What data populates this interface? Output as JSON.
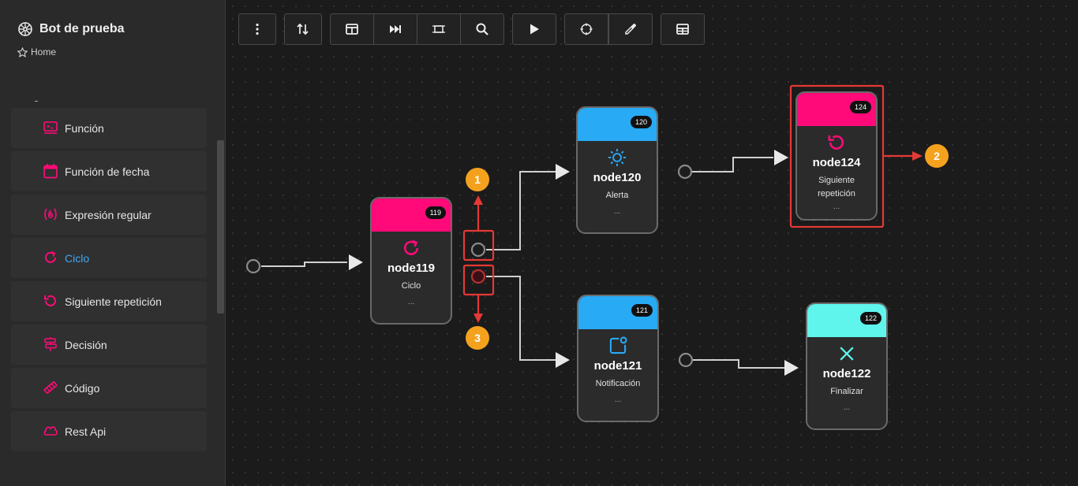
{
  "app": {
    "title": "Bot de prueba",
    "breadcrumb": "Home"
  },
  "sidebar": {
    "items": [
      {
        "label": "Función",
        "icon": "function-icon"
      },
      {
        "label": "Función de fecha",
        "icon": "calendar-icon"
      },
      {
        "label": "Expresión regular",
        "icon": "regex-icon"
      },
      {
        "label": "Ciclo",
        "icon": "loop-icon",
        "active": true
      },
      {
        "label": "Siguiente repetición",
        "icon": "next-repetition-icon"
      },
      {
        "label": "Decisión",
        "icon": "decision-icon"
      },
      {
        "label": "Código",
        "icon": "code-icon"
      },
      {
        "label": "Rest Api",
        "icon": "cloud-icon"
      }
    ]
  },
  "toolbar": {
    "buttons": [
      "more-options",
      "sort",
      "layout",
      "fast-forward",
      "transform",
      "search",
      "play",
      "target",
      "eyedropper",
      "table"
    ]
  },
  "colors": {
    "accent": "#ff0a78",
    "blue": "#29aaf4",
    "cyan": "#5ff5ec",
    "annotation": "#e53935",
    "badge": "#f4a21e"
  },
  "nodes": [
    {
      "id": "119",
      "title": "node119",
      "subtitle": "Ciclo",
      "dots": "...",
      "color": "#ff0a78",
      "icon": "loop-icon"
    },
    {
      "id": "120",
      "title": "node120",
      "subtitle": "Alerta",
      "dots": "...",
      "color": "#29aaf4",
      "icon": "sun-icon"
    },
    {
      "id": "121",
      "title": "node121",
      "subtitle": "Notificación",
      "dots": "...",
      "color": "#29aaf4",
      "icon": "notification-icon"
    },
    {
      "id": "122",
      "title": "node122",
      "subtitle": "Finalizar",
      "dots": "...",
      "color": "#5ff5ec",
      "icon": "close-icon"
    },
    {
      "id": "124",
      "title": "node124",
      "subtitle": "Siguiente repetición",
      "dots": "...",
      "color": "#ff0a78",
      "icon": "next-repetition-icon"
    }
  ],
  "annotations": {
    "badge1": "1",
    "badge2": "2",
    "badge3": "3"
  }
}
